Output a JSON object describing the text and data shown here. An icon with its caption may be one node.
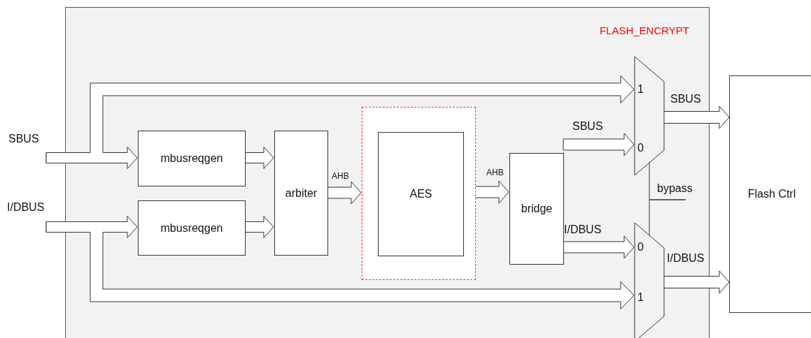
{
  "diagram": {
    "nodes": [
      {
        "text": [
          "FLASH_ENCRYPT"
        ]
      },
      {
        "text": [
          "SBUS"
        ]
      },
      {
        "text": [
          "I/DBUS"
        ]
      },
      {
        "text": [
          "mbusreqgen"
        ],
        "in": 0
      },
      {
        "text": [
          "mbusreqgen"
        ],
        "in": 0
      },
      {
        "text": [
          "arbiter"
        ],
        "in": 0
      },
      {
        "text": [],
        "shape": "box",
        "in": 0
      },
      {
        "text": [
          "AES"
        ],
        "in": 6
      },
      {
        "text": [
          "bridge"
        ],
        "in": 0
      },
      {
        "text": [
          "1",
          "0"
        ],
        "in": 0
      },
      {
        "text": [
          "0",
          "1"
        ],
        "in": 0
      },
      {
        "text": [
          "bypass"
        ],
        "in": 0
      },
      {
        "text": [
          "Flash Ctrl"
        ]
      }
    ],
    "edges": [
      {
        "from": 1,
        "to": 3,
        "arrow": "to"
      },
      {
        "from": 1,
        "to": 9,
        "arrow": "to"
      },
      {
        "from": 2,
        "to": 4,
        "arrow": "to"
      },
      {
        "from": 2,
        "to": 10,
        "arrow": "to"
      },
      {
        "from": 3,
        "to": 5,
        "arrow": "to"
      },
      {
        "from": 4,
        "to": 5,
        "arrow": "to"
      },
      {
        "from": 5,
        "to": 6,
        "arrow": "to",
        "label": "AHB"
      },
      {
        "from": 6,
        "to": 8,
        "arrow": "to",
        "label": "AHB"
      },
      {
        "from": 8,
        "to": 9,
        "arrow": "to",
        "label": "SBUS"
      },
      {
        "from": 8,
        "to": 10,
        "arrow": "to",
        "label": "I/DBUS"
      },
      {
        "from": 9,
        "to": 12,
        "arrow": "to",
        "label": "SBUS"
      },
      {
        "from": 10,
        "to": 12,
        "arrow": "to",
        "label": "I/DBUS"
      },
      {
        "from": 11,
        "to": 9,
        "arrow": "none"
      },
      {
        "from": 11,
        "to": 10,
        "arrow": "none"
      }
    ]
  }
}
